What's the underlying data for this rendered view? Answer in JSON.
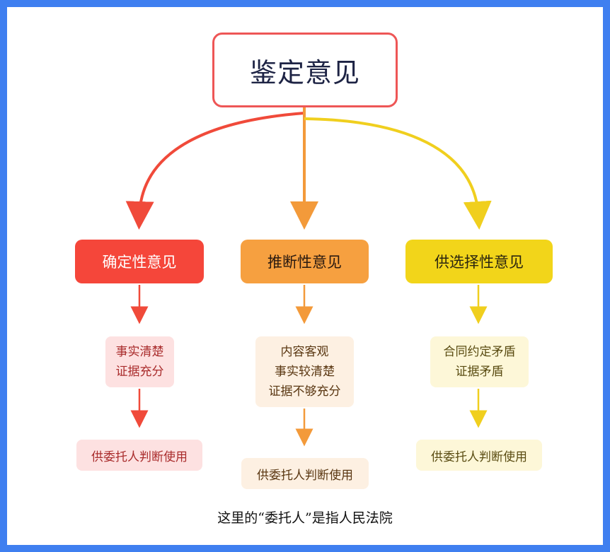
{
  "root": {
    "label": "鉴定意见"
  },
  "categories": [
    {
      "label": "确定性意见",
      "color": "#f5463a"
    },
    {
      "label": "推断性意见",
      "color": "#f6a040"
    },
    {
      "label": "供选择性意见",
      "color": "#f2d51a"
    }
  ],
  "conditions": {
    "definite": [
      "事实清楚",
      "证据充分"
    ],
    "inferential": [
      "内容客观",
      "事实较清楚",
      "证据不够充分"
    ],
    "optional": [
      "合同约定矛盾",
      "证据矛盾"
    ]
  },
  "usage": {
    "definite": "供委托人判断使用",
    "inferential": "供委托人判断使用",
    "optional": "供委托人判断使用"
  },
  "caption": "这里的“委托人”是指人民法院"
}
